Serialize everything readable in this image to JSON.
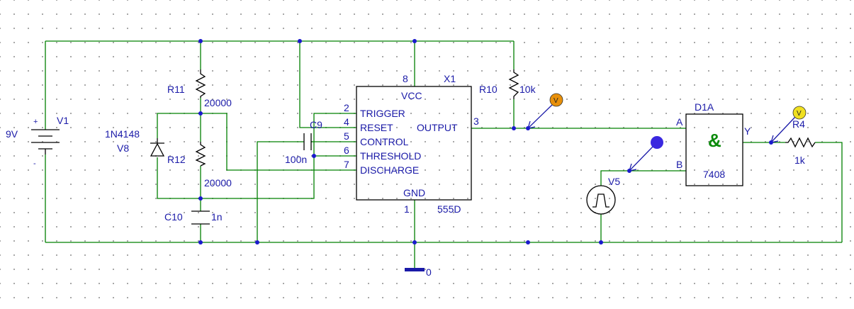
{
  "components": {
    "v1": {
      "ref": "V1",
      "value": "9V",
      "plus": "+",
      "minus": "-"
    },
    "r11": {
      "ref": "R11",
      "value": "20000"
    },
    "r12": {
      "ref": "R12",
      "value": "20000"
    },
    "v8": {
      "ref": "V8",
      "model": "1N4148"
    },
    "c10": {
      "ref": "C10",
      "value": "1n"
    },
    "c9": {
      "ref": "C9",
      "value": "100n"
    },
    "x1": {
      "ref": "X1",
      "model": "555D",
      "vcc": "VCC",
      "gnd": "GND",
      "output": "OUTPUT",
      "pins": [
        {
          "num": "2",
          "name": "TRIGGER"
        },
        {
          "num": "4",
          "name": "RESET"
        },
        {
          "num": "5",
          "name": "CONTROL"
        },
        {
          "num": "6",
          "name": "THRESHOLD"
        },
        {
          "num": "7",
          "name": "DISCHARGE"
        }
      ],
      "pin_vcc": "8",
      "pin_gnd": "1",
      "pin_out": "3"
    },
    "r10": {
      "ref": "R10",
      "value": "10k"
    },
    "d1a": {
      "ref": "D1A",
      "model": "7408",
      "symbol": "&",
      "in_a": "A",
      "in_b": "B",
      "out": "Y"
    },
    "v5": {
      "ref": "V5"
    },
    "r4": {
      "ref": "R4",
      "value": "1k"
    },
    "ground": {
      "label": "0"
    }
  },
  "probes": [
    {
      "name": "probe-output",
      "label": "V",
      "color": "#e8900a"
    },
    {
      "name": "probe-r4",
      "label": "V",
      "color": "#f0e020"
    },
    {
      "name": "probe-v5",
      "label": "",
      "color": "#3a28e0"
    }
  ]
}
